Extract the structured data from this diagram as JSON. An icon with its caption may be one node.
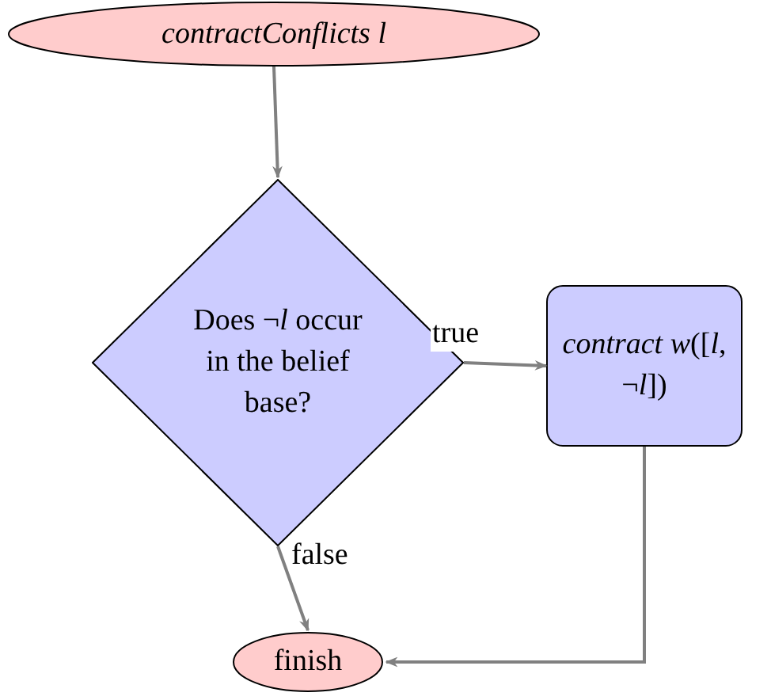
{
  "diagram": {
    "nodes": [
      {
        "text": [
          "contractConflicts l"
        ]
      },
      {
        "text": [
          "Does ¬*l* occur in the belief base?"
        ]
      },
      {
        "text": [
          "*contract* *w*([*l*, ¬*l*])"
        ]
      },
      {
        "text": [
          "finish"
        ]
      }
    ],
    "edges": [
      {
        "from": 0,
        "to": 1,
        "arrow": "to"
      },
      {
        "from": 1,
        "to": 2,
        "arrow": "to",
        "label": "true"
      },
      {
        "from": 2,
        "to": 3,
        "arrow": "to"
      },
      {
        "from": 1,
        "to": 3,
        "arrow": "to",
        "label": "false"
      }
    ]
  }
}
